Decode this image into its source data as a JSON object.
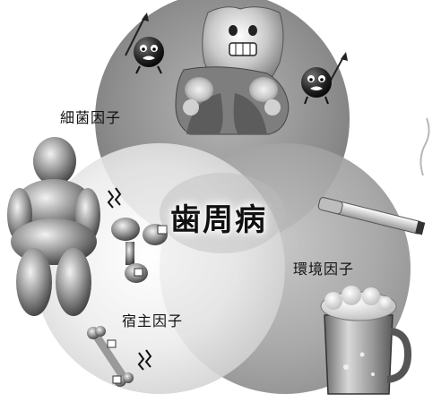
{
  "title": "歯周病",
  "circles": {
    "bacteria": {
      "label": "細菌因子"
    },
    "environment": {
      "label": "環境因子"
    },
    "host": {
      "label": "宿主因子"
    }
  },
  "colors": {
    "top_circle": "#8a8a8a",
    "right_circle": "#9c9c9c",
    "left_circle": "#e6e6e6"
  }
}
